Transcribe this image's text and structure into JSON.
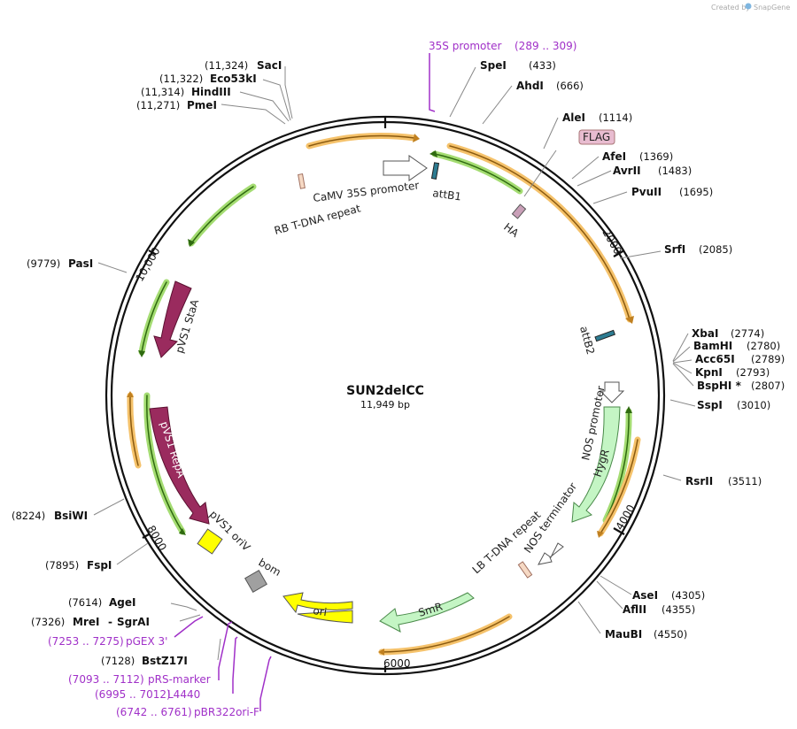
{
  "plasmid": {
    "name": "SUN2delCC",
    "size": "11,949 bp"
  },
  "credit": {
    "prefix": "Created by",
    "brand": "SnapGene"
  },
  "ticks": [
    "2000",
    "4000",
    "6000",
    "8000",
    "10,000"
  ],
  "sites": [
    {
      "name": "SacI",
      "pos": "(11,324)"
    },
    {
      "name": "Eco53kI",
      "pos": "(11,322)"
    },
    {
      "name": "HindIII",
      "pos": "(11,314)"
    },
    {
      "name": "PmeI",
      "pos": "(11,271)"
    },
    {
      "name": "SpeI",
      "pos": "(433)"
    },
    {
      "name": "AhdI",
      "pos": "(666)"
    },
    {
      "name": "AleI",
      "pos": "(1114)"
    },
    {
      "name": "AfeI",
      "pos": "(1369)"
    },
    {
      "name": "AvrII",
      "pos": "(1483)"
    },
    {
      "name": "PvuII",
      "pos": "(1695)"
    },
    {
      "name": "SrfI",
      "pos": "(2085)"
    },
    {
      "name": "XbaI",
      "pos": "(2774)"
    },
    {
      "name": "BamHI",
      "pos": "(2780)"
    },
    {
      "name": "Acc65I",
      "pos": "(2789)"
    },
    {
      "name": "KpnI",
      "pos": "(2793)"
    },
    {
      "name": "BspHI *",
      "pos": "(2807)"
    },
    {
      "name": "SspI",
      "pos": "(3010)"
    },
    {
      "name": "RsrII",
      "pos": "(3511)"
    },
    {
      "name": "AseI",
      "pos": "(4305)"
    },
    {
      "name": "AflII",
      "pos": "(4355)"
    },
    {
      "name": "MauBI",
      "pos": "(4550)"
    },
    {
      "name": "BstZ17I",
      "pos": "(7128)"
    },
    {
      "name": "MreI",
      "pos": "(7326)"
    },
    {
      "name": "SgrAI",
      "pos": ""
    },
    {
      "name": "AgeI",
      "pos": "(7614)"
    },
    {
      "name": "FspI",
      "pos": "(7895)"
    },
    {
      "name": "BsiWI",
      "pos": "(8224)"
    },
    {
      "name": "PasI",
      "pos": "(9779)"
    }
  ],
  "primers": [
    {
      "name": "35S promoter",
      "range": "(289 .. 309)"
    },
    {
      "name": "pGEX 3'",
      "range": "(7253 .. 7275)"
    },
    {
      "name": "pRS-marker",
      "range": "(7093 .. 7112)"
    },
    {
      "name": "L4440",
      "range": "(6995 .. 7012)"
    },
    {
      "name": "pBR322ori-F",
      "range": "(6742 .. 6761)"
    }
  ],
  "features": {
    "flag": "FLAG",
    "ha": "HA",
    "attb1": "attB1",
    "attb2": "attB2",
    "camv": "CaMV 35S promoter",
    "rb": "RB T-DNA repeat",
    "nos_promoter": "NOS promoter",
    "hygr": "HygR",
    "nos_terminator": "NOS terminator",
    "lb": "LB T-DNA repeat",
    "smr": "SmR",
    "ori": "ori",
    "bom": "bom",
    "pvs1_oriv": "pVS1 oriV",
    "pvs1_repa": "pVS1 RepA",
    "pvs1_staa": "pVS1 StaA"
  },
  "colors": {
    "backbone": "#111111",
    "orf_orange": "#f5c26b",
    "orf_green": "#a4dc72",
    "hygr": "#c4f5c4",
    "smr": "#c4f5c4",
    "ori": "#ffff00",
    "pvs1": "#9a2b5e",
    "bom": "#a0a0a0",
    "primer": "#a030c8",
    "flag_bg": "#e8bcd0"
  }
}
